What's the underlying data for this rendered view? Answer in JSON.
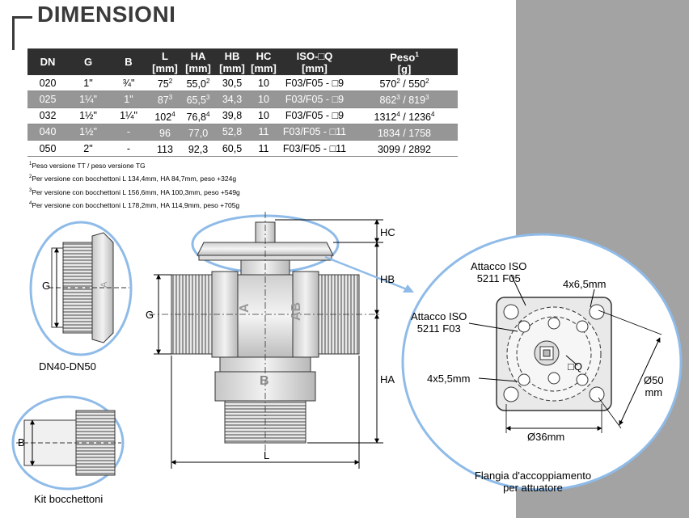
{
  "title": "DIMENSIONI",
  "table": {
    "headers": [
      [
        "DN",
        ""
      ],
      [
        "G",
        ""
      ],
      [
        "B",
        ""
      ],
      [
        "L",
        "[mm]"
      ],
      [
        "HA",
        "[mm]"
      ],
      [
        "HB",
        "[mm]"
      ],
      [
        "HC",
        "[mm]"
      ],
      [
        "ISO-□Q",
        "[mm]"
      ],
      [
        "Peso",
        "[g]"
      ]
    ],
    "peso_sup": "1",
    "rows": [
      {
        "dn": "020",
        "g": "1\"",
        "b": "¾\"",
        "l": "75",
        "l_sup": "2",
        "ha": "55,0",
        "ha_sup": "2",
        "hb": "30,5",
        "hc": "10",
        "iso": "F03/F05 - □9",
        "peso": "570",
        "peso_sup": "2",
        "peso2": " / 550",
        "peso2_sup": "2"
      },
      {
        "dn": "025",
        "g": "1¼\"",
        "b": "1\"",
        "l": "87",
        "l_sup": "3",
        "ha": "65,5",
        "ha_sup": "3",
        "hb": "34,3",
        "hc": "10",
        "iso": "F03/F05 - □9",
        "peso": "862",
        "peso_sup": "3",
        "peso2": " / 819",
        "peso2_sup": "3"
      },
      {
        "dn": "032",
        "g": "1½\"",
        "b": "1¼\"",
        "l": "102",
        "l_sup": "4",
        "ha": "76,8",
        "ha_sup": "4",
        "hb": "39,8",
        "hc": "10",
        "iso": "F03/F05 - □9",
        "peso": "1312",
        "peso_sup": "4",
        "peso2": " / 1236",
        "peso2_sup": "4"
      },
      {
        "dn": "040",
        "g": "1½\"",
        "b": "-",
        "l": "96",
        "l_sup": "",
        "ha": "77,0",
        "ha_sup": "",
        "hb": "52,8",
        "hc": "11",
        "iso": "F03/F05 - □11",
        "peso": "1834 / 1758",
        "peso_sup": "",
        "peso2": "",
        "peso2_sup": ""
      },
      {
        "dn": "050",
        "g": "2\"",
        "b": "-",
        "l": "113",
        "l_sup": "",
        "ha": "92,3",
        "ha_sup": "",
        "hb": "60,5",
        "hc": "11",
        "iso": "F03/F05 - □11",
        "peso": "3099 / 2892",
        "peso_sup": "",
        "peso2": "",
        "peso2_sup": ""
      }
    ]
  },
  "notes": [
    {
      "num": "1",
      "text": "Peso versione TT / peso versione TG"
    },
    {
      "num": "2",
      "text": "Per versione con bocchettoni L 134,4mm, HA 84,7mm, peso +324g"
    },
    {
      "num": "3",
      "text": "Per versione con bocchettoni L 156,6mm, HA 100,3mm, peso +549g"
    },
    {
      "num": "4",
      "text": "Per versione con bocchettoni L 178,2mm, HA 114,9mm, peso +705g"
    }
  ],
  "labels": {
    "g_left": "G",
    "dn40_caption": "DN40-DN50",
    "b_kit": "B",
    "kit_caption": "Kit bocchettoni",
    "g_main": "G",
    "hc": "HC",
    "hb": "HB",
    "ha": "HA",
    "l": "L",
    "port_a": "A",
    "port_ab": "AB",
    "port_b": "B",
    "iso_f05": [
      "Attacco ISO",
      "5211 F05"
    ],
    "iso_f03": [
      "Attacco ISO",
      "5211 F03"
    ],
    "hole_65": "4x6,5mm",
    "hole_55": "4x5,5mm",
    "square_q": "□Q",
    "d50": [
      "Ø50",
      "mm"
    ],
    "d36": "Ø36mm",
    "flange_caption": [
      "Flangia d'accoppiamento",
      "per attuatore"
    ]
  },
  "colors": {
    "accent_blue": "#8fbbe8",
    "header_bg": "#2f2f2f",
    "row_shade": "#969696",
    "panel_gray": "#a3a3a3"
  }
}
